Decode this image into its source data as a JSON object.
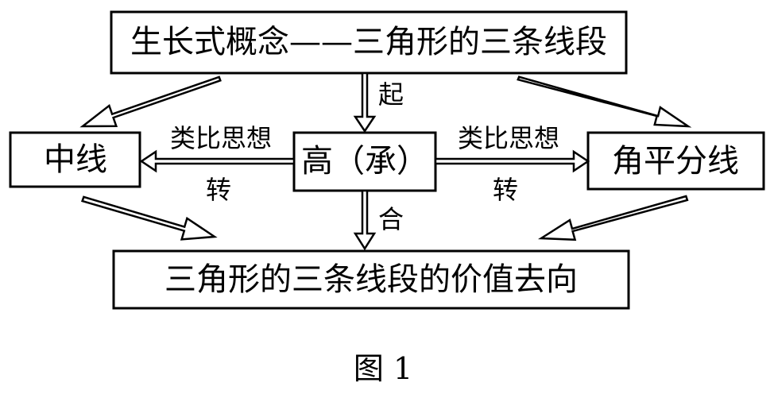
{
  "boxes": {
    "top": "生长式概念——三角形的三条线段",
    "left": "中线",
    "center": "高（承）",
    "right": "角平分线",
    "bottom": "三角形的三条线段的价值去向"
  },
  "labels": {
    "start": "起",
    "combine": "合",
    "analogy_left": "类比思想",
    "analogy_right": "类比思想",
    "turn_left": "转",
    "turn_right": "转"
  },
  "caption": "图 1"
}
